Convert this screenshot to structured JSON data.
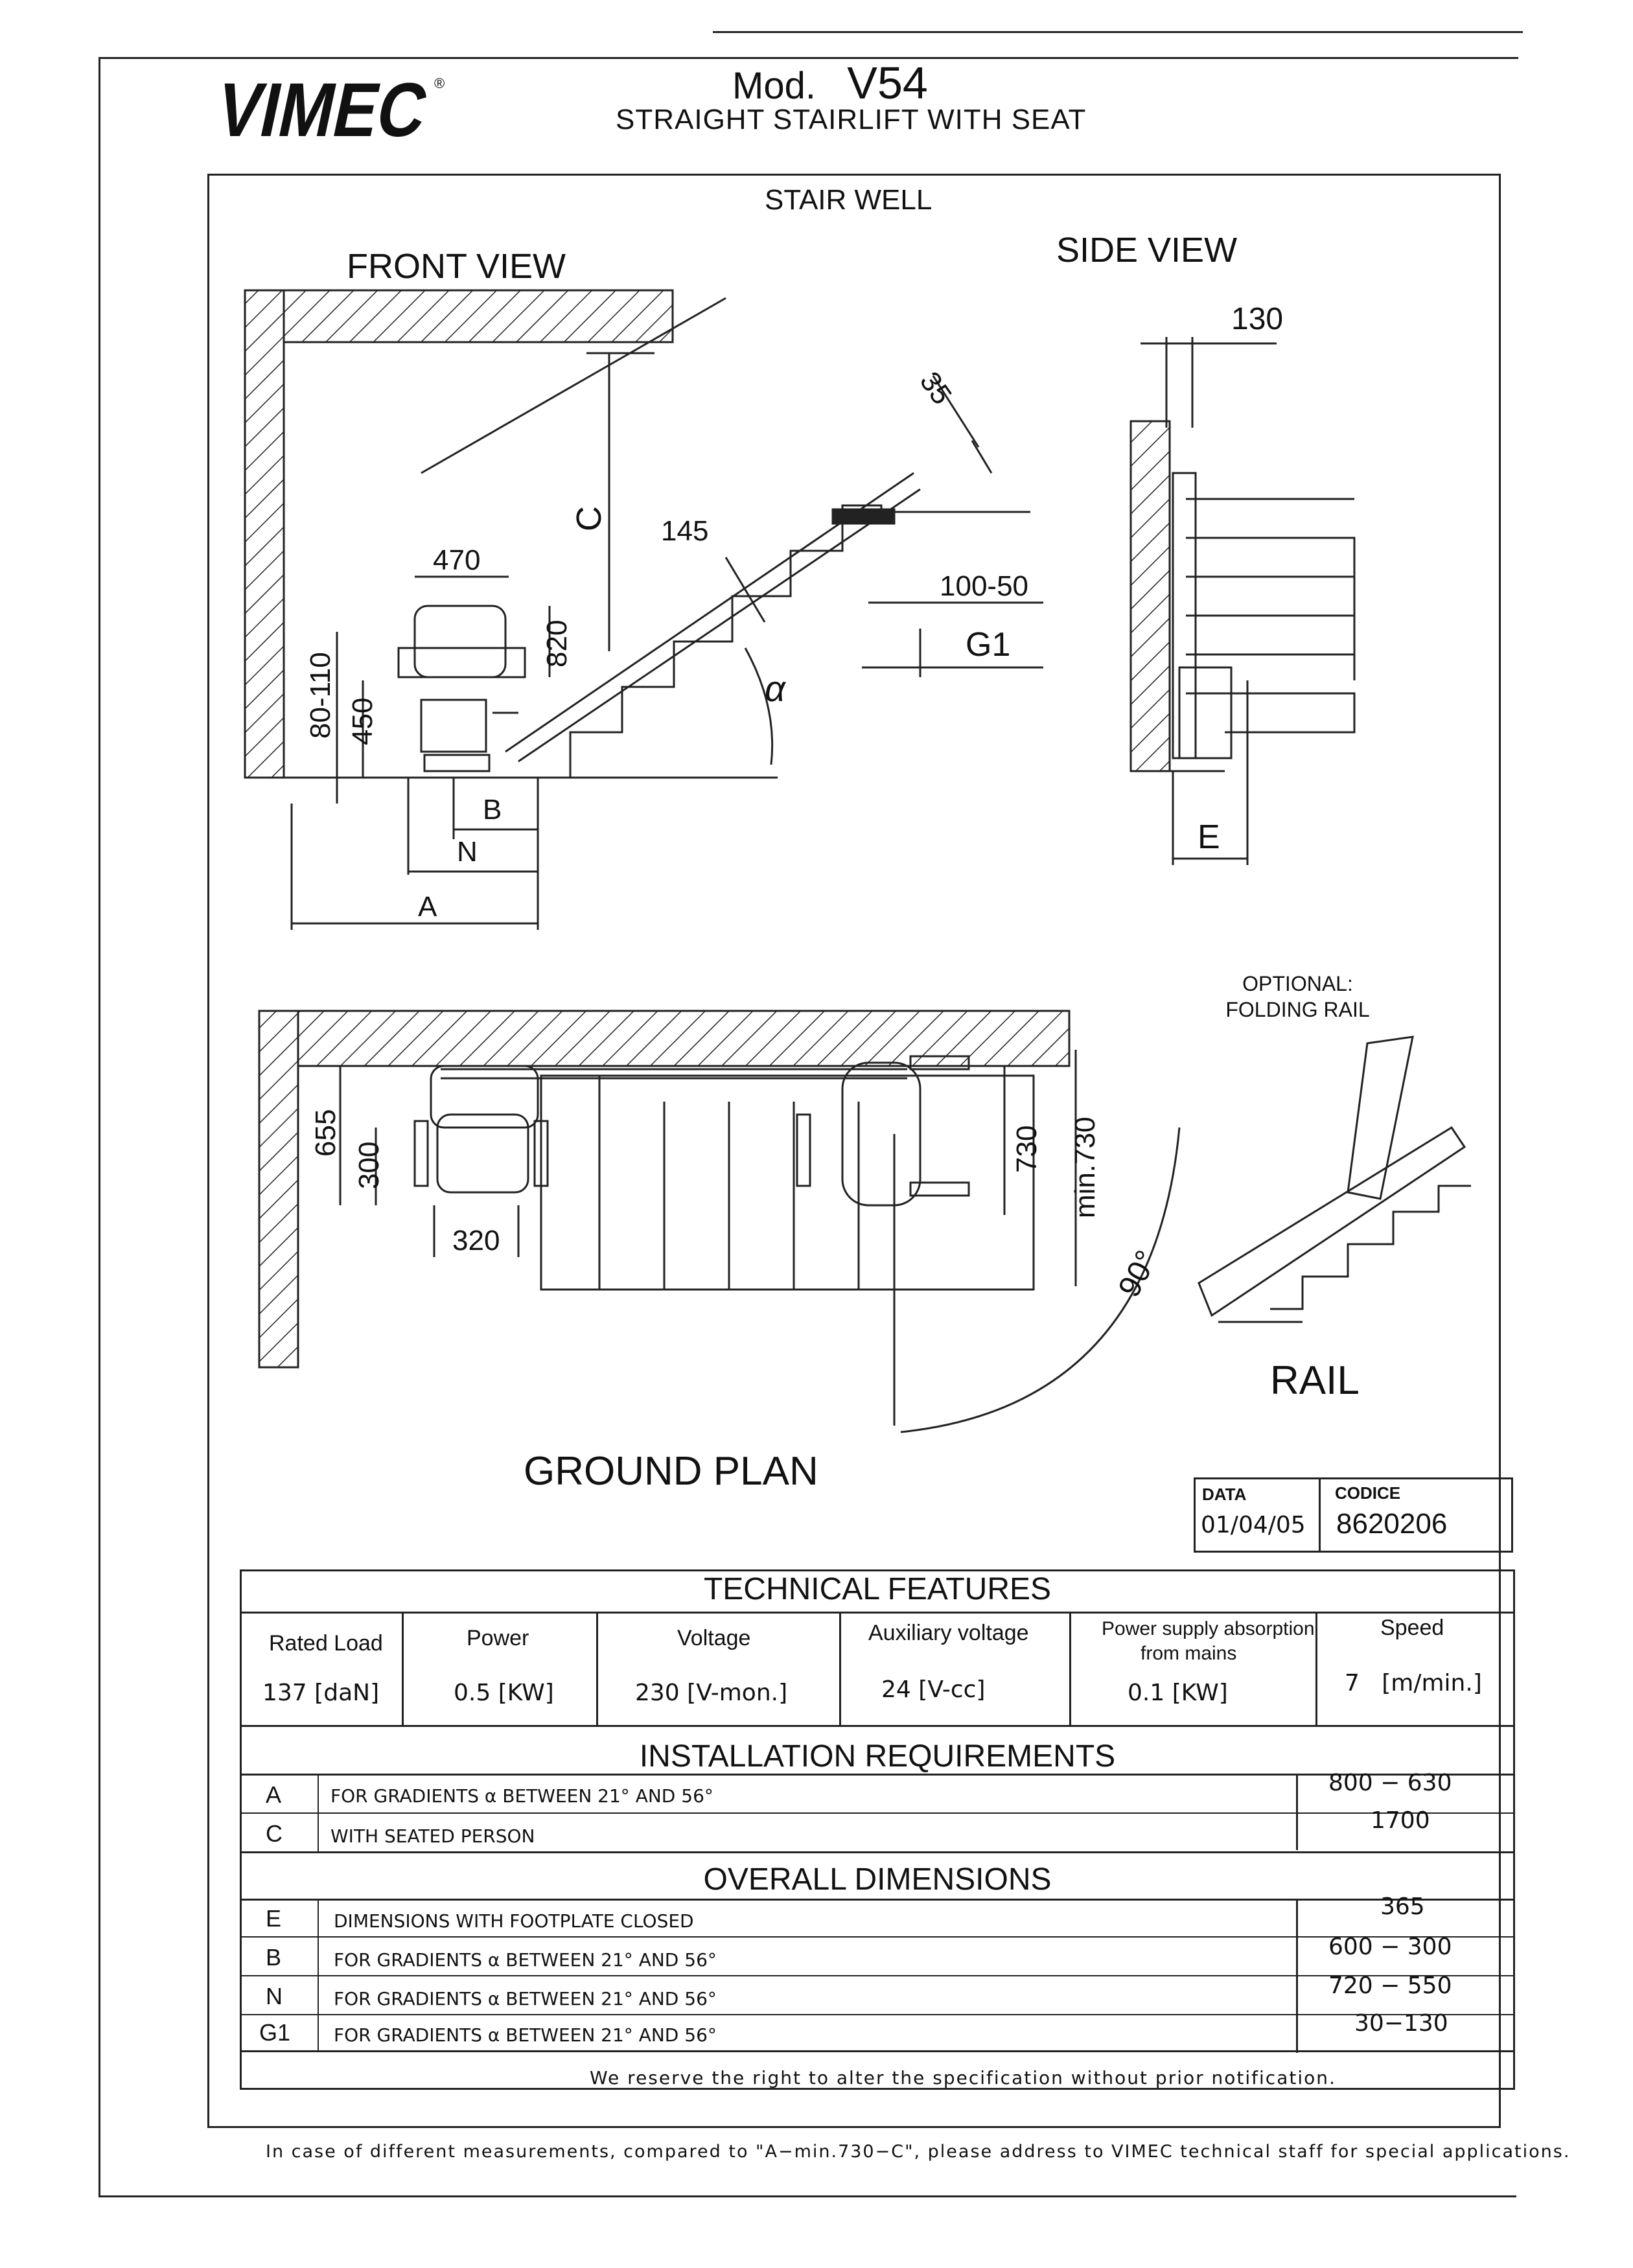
{
  "header": {
    "logo_text": "VIMEC",
    "registered_mark": "®",
    "model_prefix": "Mod.",
    "model": "V54",
    "subtitle": "STRAIGHT STAIRLIFT WITH SEAT"
  },
  "drawing_labels": {
    "stair_well": "STAIR WELL",
    "front_view": "FRONT VIEW",
    "side_view": "SIDE VIEW",
    "ground_plan": "GROUND PLAN",
    "optional_1": "OPTIONAL:",
    "optional_2": "FOLDING RAIL",
    "rail": "RAIL",
    "alpha": "α"
  },
  "front_view_dims": {
    "d35": "35",
    "C": "C",
    "d145": "145",
    "d470": "470",
    "d820": "820",
    "d80_110": "80-110",
    "d450": "450",
    "d100_50": "100-50",
    "G1": "G1",
    "B": "B",
    "N": "N",
    "A": "A"
  },
  "side_view_dims": {
    "d130": "130",
    "E": "E"
  },
  "ground_plan_dims": {
    "d655": "655",
    "d300": "300",
    "d320": "320",
    "d730": "730",
    "min730": "min.730",
    "d90": "90°"
  },
  "data_box": {
    "data_label": "DATA",
    "data_value": "01/04/05",
    "codice_label": "CODICE",
    "codice_value": "8620206"
  },
  "technical_features": {
    "title": "TECHNICAL FEATURES",
    "columns": [
      {
        "header": "Rated Load",
        "value": "137",
        "unit": "daN"
      },
      {
        "header": "Power",
        "value": "0.5",
        "unit": "KW"
      },
      {
        "header": "Voltage",
        "value": "230",
        "unit": "V-mon."
      },
      {
        "header": "Auxiliary voltage",
        "value": "24",
        "unit": "V-cc"
      },
      {
        "header": "Power supply absorption",
        "header2": "from mains",
        "value": "0.1",
        "unit": "KW"
      },
      {
        "header": "Speed",
        "value": "7",
        "unit": "m/min."
      }
    ]
  },
  "installation_requirements": {
    "title": "INSTALLATION REQUIREMENTS",
    "rows": [
      {
        "code": "A",
        "desc": "FOR GRADIENTS α BETWEEN 21° AND 56°",
        "value": "800 − 630"
      },
      {
        "code": "C",
        "desc": "WITH SEATED PERSON",
        "value": "1700"
      }
    ]
  },
  "overall_dimensions": {
    "title": "OVERALL DIMENSIONS",
    "rows": [
      {
        "code": "E",
        "desc": "DIMENSIONS WITH FOOTPLATE CLOSED",
        "value": "365"
      },
      {
        "code": "B",
        "desc": "FOR GRADIENTS α BETWEEN 21° AND 56°",
        "value": "600 − 300"
      },
      {
        "code": "N",
        "desc": "FOR GRADIENTS α BETWEEN 21° AND 56°",
        "value": "720 − 550"
      },
      {
        "code": "G1",
        "desc": "FOR GRADIENTS α BETWEEN 21° AND 56°",
        "value": "30−130"
      }
    ]
  },
  "notes": {
    "reserve": "We reserve the right to alter the specification without prior notification.",
    "footer": "In case of different measurements, compared to \"A−min.730−C\", please address to VIMEC technical staff for special applications."
  }
}
